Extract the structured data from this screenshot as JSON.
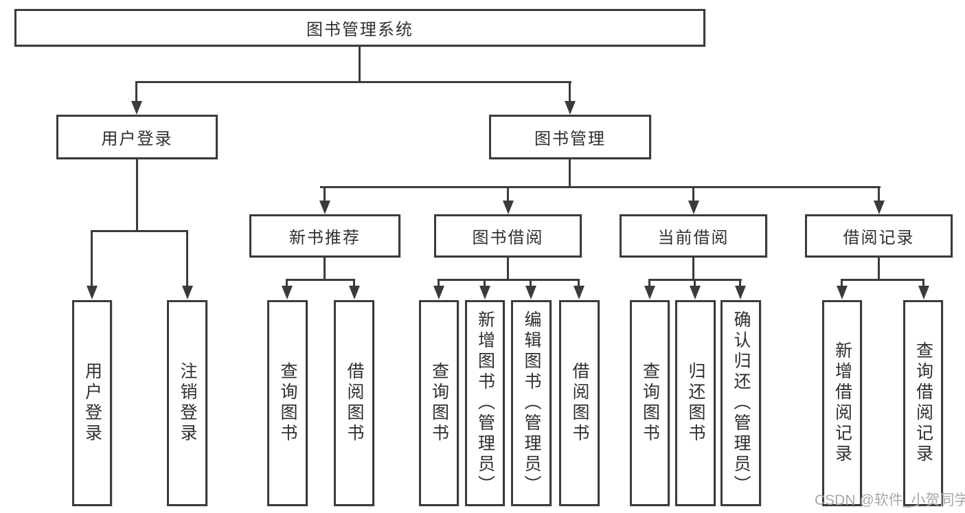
{
  "tree": {
    "root": "图书管理系统",
    "branches": [
      {
        "label": "用户登录",
        "children": [
          "用户登录",
          "注销登录"
        ]
      },
      {
        "label": "图书管理",
        "sections": [
          {
            "label": "新书推荐",
            "children": [
              "查询图书",
              "借阅图书"
            ]
          },
          {
            "label": "图书借阅",
            "children": [
              "查询图书",
              "新增图书（管理员）",
              "编辑图书（管理员）",
              "借阅图书"
            ]
          },
          {
            "label": "当前借阅",
            "children": [
              "查询图书",
              "归还图书",
              "确认归还（管理员）"
            ]
          },
          {
            "label": "借阅记录",
            "children": [
              "新增借阅记录",
              "查询借阅记录"
            ]
          }
        ]
      }
    ]
  },
  "colors": {
    "line": "#3b3b3b",
    "text": "#2f2f2f",
    "watermark_gray": "#a8a8a8",
    "background": "#ffffff"
  },
  "watermark": "CSDN @软件_小贺同学"
}
